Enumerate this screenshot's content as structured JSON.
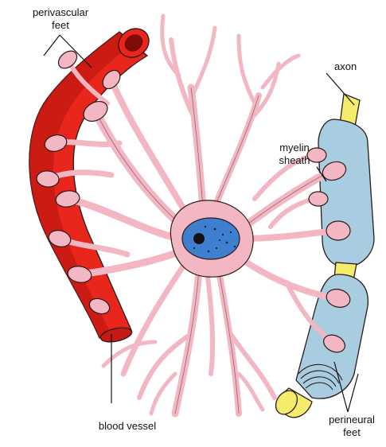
{
  "figure": {
    "labels": {
      "perivascular_line1": "perivascular",
      "perivascular_line2": "feet",
      "axon": "axon",
      "myelin_line1": "myelin",
      "myelin_line2": "sheath",
      "blood_vessel": "blood vessel",
      "perineural_line1": "perineural",
      "perineural_line2": "feet"
    },
    "colors": {
      "blood_vessel": "#e8261c",
      "blood_vessel_dark": "#b3130d",
      "astrocyte": "#f3b7c3",
      "nucleus": "#3f7fd0",
      "myelin": "#a9cde0",
      "axon": "#f4ec6a",
      "outline": "#2a1a1a"
    }
  }
}
